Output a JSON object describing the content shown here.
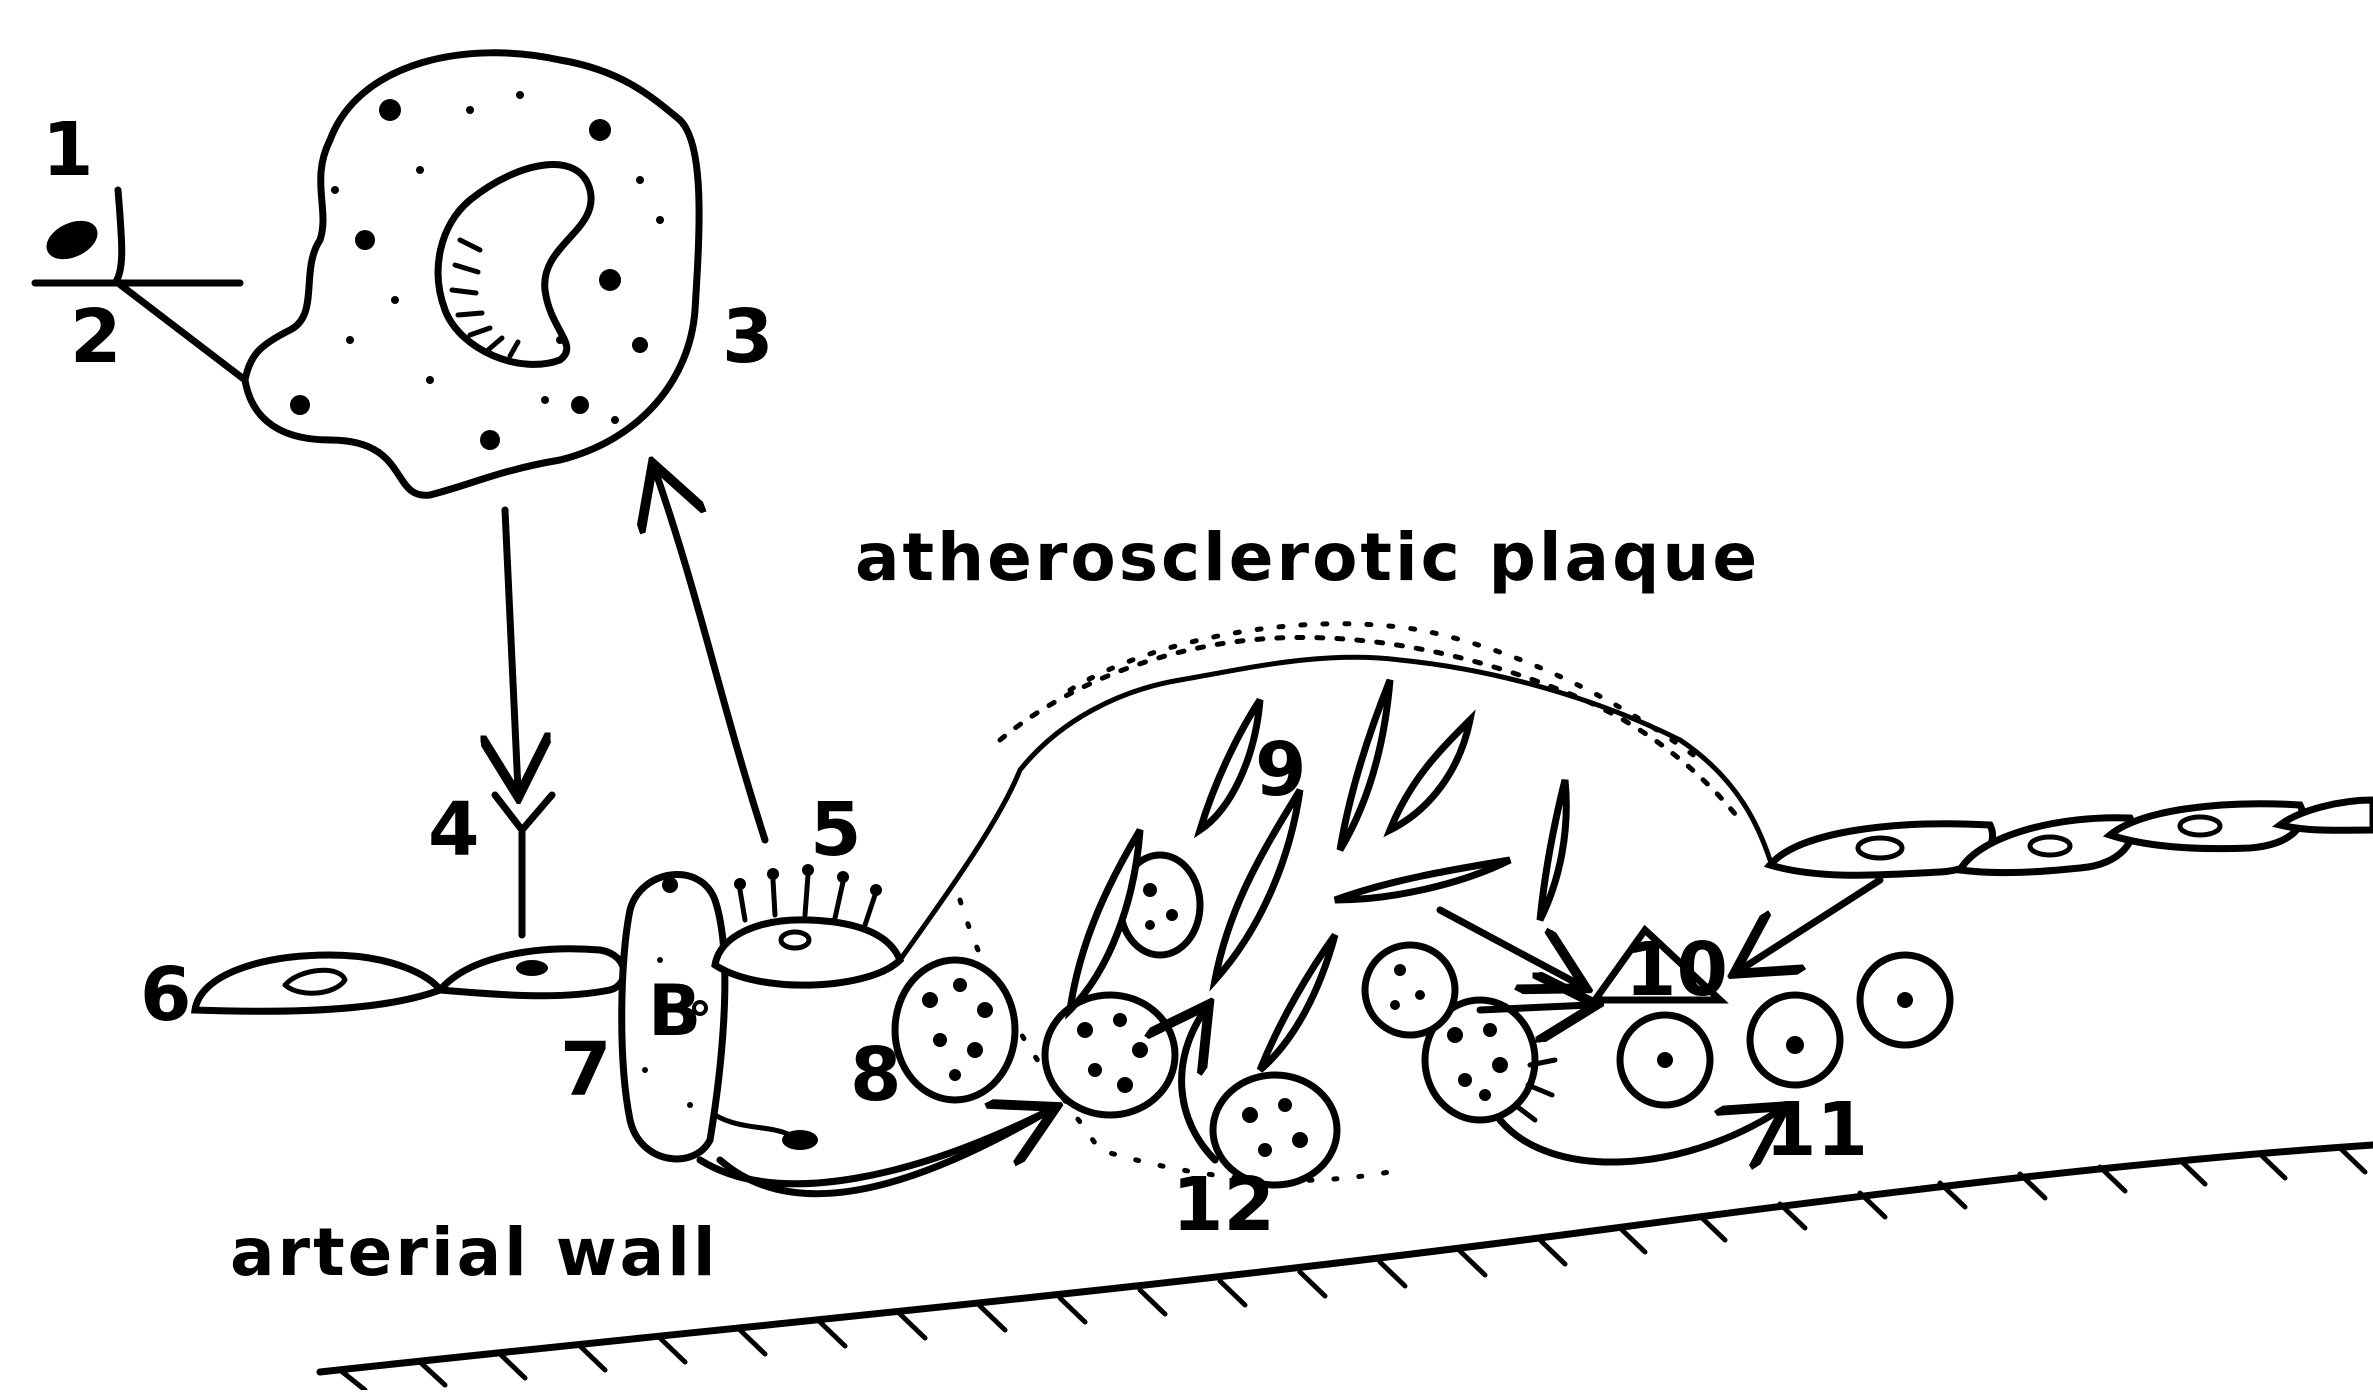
{
  "labels": {
    "n1": "1",
    "n2": "2",
    "n3": "3",
    "n4": "4",
    "n5": "5",
    "n6": "6",
    "n7": "7",
    "n8": "8",
    "n9": "9",
    "n10": "10",
    "n11": "11",
    "n12": "12",
    "plaque": "atherosclerotic plaque",
    "wall": "arterial wall"
  },
  "colors": {
    "ink": "#000000",
    "paper": "#ffffff"
  }
}
